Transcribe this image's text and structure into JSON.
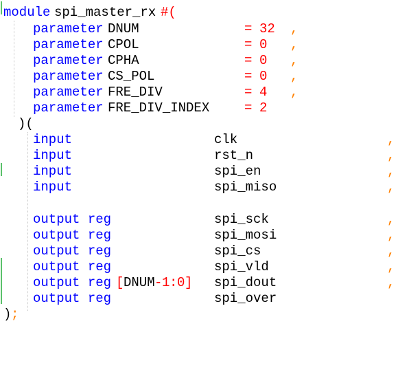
{
  "colors": {
    "keyword": "#0000ff",
    "text": "#000000",
    "number": "#ff0000",
    "operator": "#ff0000",
    "comma": "#ff8000",
    "change_marker": "#5bc16b"
  },
  "code": {
    "header": {
      "keyword": "module",
      "name": "spi_master_rx",
      "open": "#("
    },
    "parameters": [
      {
        "keyword": "parameter",
        "name": "DNUM",
        "eq": "=",
        "value": "32",
        "comma": ","
      },
      {
        "keyword": "parameter",
        "name": "CPOL",
        "eq": "=",
        "value": "0",
        "comma": ","
      },
      {
        "keyword": "parameter",
        "name": "CPHA",
        "eq": "=",
        "value": "0",
        "comma": ","
      },
      {
        "keyword": "parameter",
        "name": "CS_POL",
        "eq": "=",
        "value": "0",
        "comma": ","
      },
      {
        "keyword": "parameter",
        "name": "FRE_DIV",
        "eq": "=",
        "value": "4",
        "comma": ","
      },
      {
        "keyword": "parameter",
        "name": "FRE_DIV_INDEX",
        "eq": "=",
        "value": "2",
        "comma": ""
      }
    ],
    "port_open": ")(",
    "inputs": [
      {
        "keyword": "input",
        "name": "clk",
        "comma": ","
      },
      {
        "keyword": "input",
        "name": "rst_n",
        "comma": ","
      },
      {
        "keyword": "input",
        "name": "spi_en",
        "comma": ","
      },
      {
        "keyword": "input",
        "name": "spi_miso",
        "comma": ","
      }
    ],
    "outputs": [
      {
        "keyword": "output reg",
        "name": "spi_sck",
        "comma": ","
      },
      {
        "keyword": "output reg",
        "name": "spi_mosi",
        "comma": ","
      },
      {
        "keyword": "output reg",
        "name": "spi_cs",
        "comma": ","
      },
      {
        "keyword": "output reg",
        "name": "spi_vld",
        "comma": ","
      },
      {
        "keyword": "output reg",
        "width": {
          "open": "[",
          "param": "DNUM",
          "minus": "-",
          "one": "1",
          "colon": ":",
          "zero": "0",
          "close": "]"
        },
        "name": "spi_dout",
        "comma": ","
      },
      {
        "keyword": "output reg",
        "name": "spi_over",
        "comma": ""
      }
    ],
    "close": {
      "paren": ")",
      "semi": ";"
    }
  }
}
